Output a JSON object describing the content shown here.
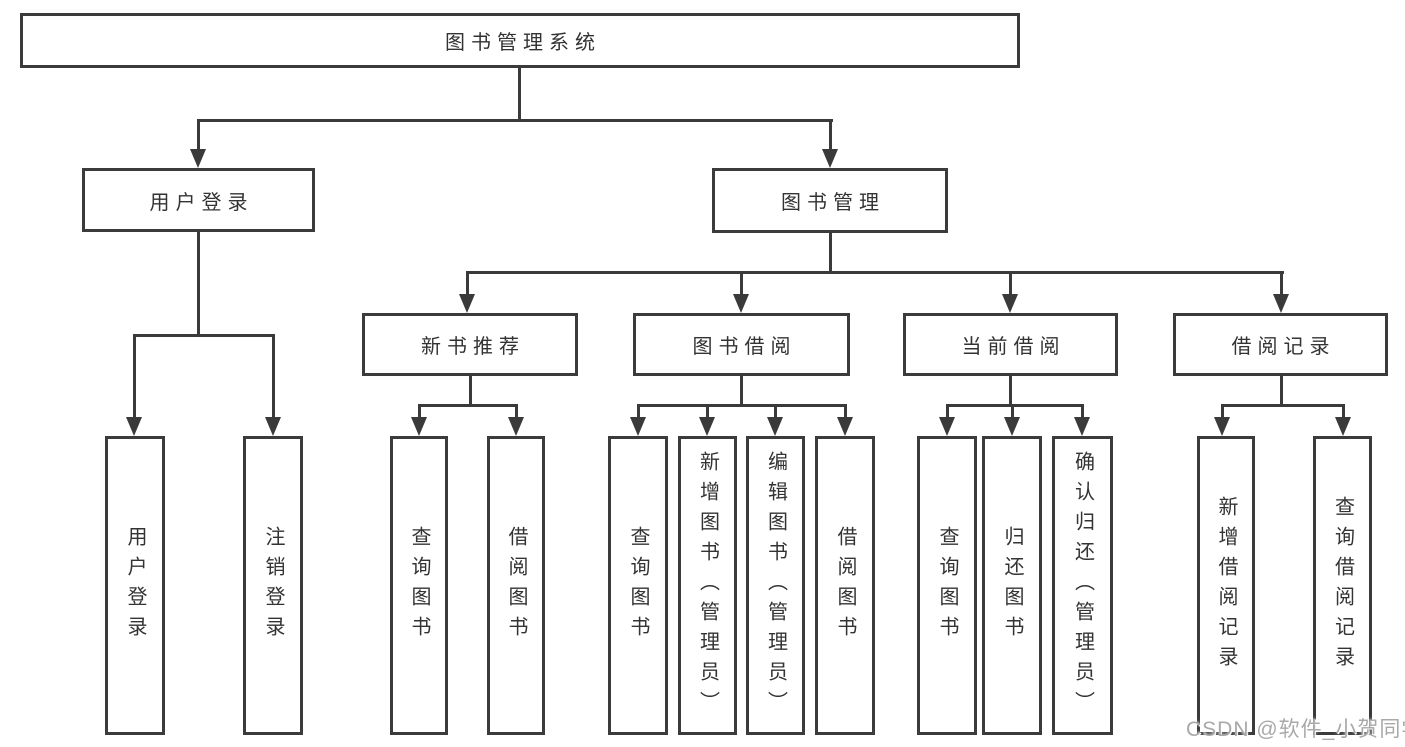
{
  "diagram": {
    "root": {
      "label": "图书管理系统"
    },
    "level2": [
      {
        "label": "用户登录",
        "leaves": [
          {
            "label": "用户登录"
          },
          {
            "label": "注销登录"
          }
        ]
      },
      {
        "label": "图书管理",
        "groups": [
          {
            "label": "新书推荐",
            "leaves": [
              {
                "label": "查询图书"
              },
              {
                "label": "借阅图书"
              }
            ]
          },
          {
            "label": "图书借阅",
            "leaves": [
              {
                "label": "查询图书"
              },
              {
                "label": "新增图书（管理员）"
              },
              {
                "label": "编辑图书（管理员）"
              },
              {
                "label": "借阅图书"
              }
            ]
          },
          {
            "label": "当前借阅",
            "leaves": [
              {
                "label": "查询图书"
              },
              {
                "label": "归还图书"
              },
              {
                "label": "确认归还（管理员）"
              }
            ]
          },
          {
            "label": "借阅记录",
            "leaves": [
              {
                "label": "新增借阅记录"
              },
              {
                "label": "查询借阅记录"
              }
            ]
          }
        ]
      }
    ]
  },
  "watermark": {
    "text": "CSDN @软件_小贺同学"
  },
  "colors": {
    "line": "#3a3a3a",
    "text": "#333333",
    "watermark": "#a9a9a9",
    "background": "#ffffff"
  }
}
